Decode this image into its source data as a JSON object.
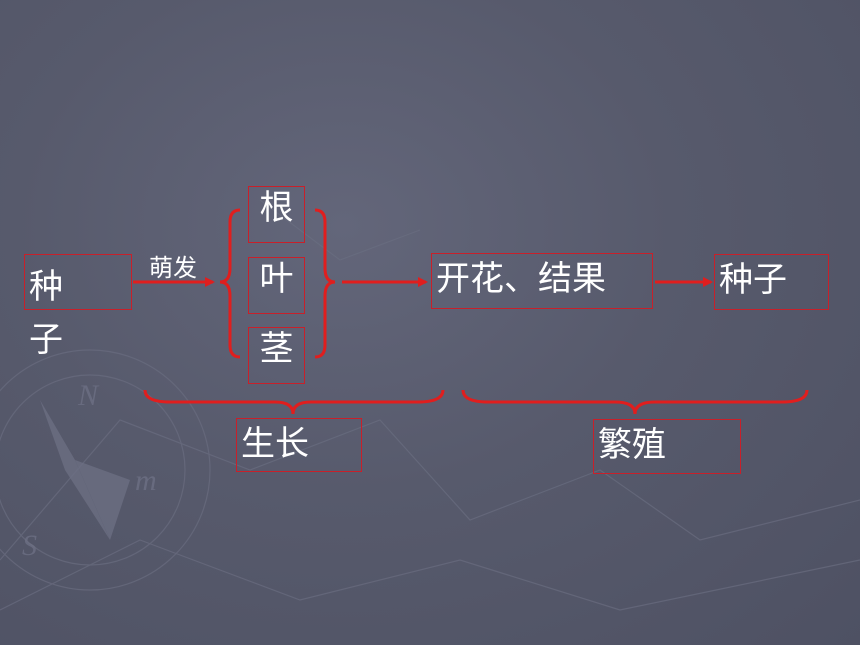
{
  "diagram": {
    "seed_start": "种\n子",
    "germinate_label": "萌发",
    "organ_root": "根",
    "organ_leaf": "叶",
    "organ_stem": "茎",
    "flower_fruit": "开花、结果",
    "seed_end": "种子",
    "growth_label": "生长",
    "reproduction_label": "繁殖"
  },
  "colors": {
    "accent": "#e01e1e",
    "border": "#c8202a",
    "text": "#ffffff",
    "background": "#575a6c"
  }
}
